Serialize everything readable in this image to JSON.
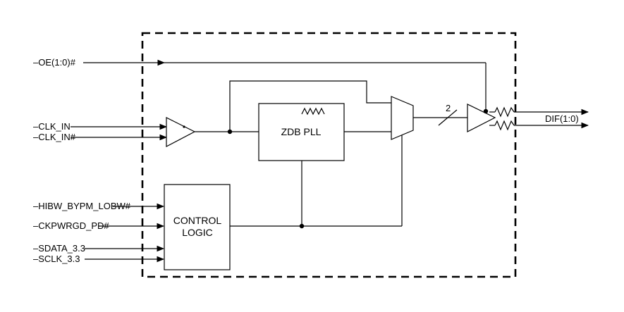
{
  "inputs": {
    "oe": "–OE(1:0)#",
    "clk_in": "–CLK_IN",
    "clk_in_n": "–CLK_IN#",
    "hibw": "–HIBW_BYPM_LOBW#",
    "ckpwrgd": "–CKPWRGD_PD#",
    "sdata": "–SDATA_3.3",
    "sclk": "–SCLK_3.3"
  },
  "blocks": {
    "pll": "ZDB PLL",
    "control_line1": "CONTROL",
    "control_line2": "LOGIC"
  },
  "bus_width": "2",
  "output": "DIF(1:0)"
}
